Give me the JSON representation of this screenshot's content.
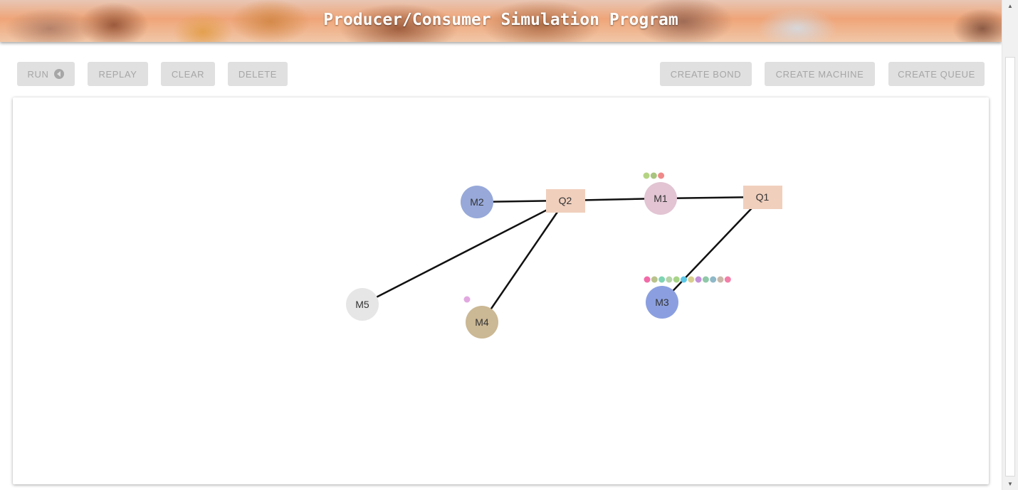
{
  "header": {
    "title": "Producer/Consumer Simulation Program"
  },
  "toolbar": {
    "run_label": "RUN",
    "run_icon": "play-circle-icon",
    "replay_label": "REPLAY",
    "clear_label": "CLEAR",
    "delete_label": "DELETE",
    "create_bond_label": "CREATE BOND",
    "create_machine_label": "CREATE MACHINE",
    "create_queue_label": "CREATE QUEUE"
  },
  "graph": {
    "machines": [
      {
        "id": "M1",
        "label": "M1",
        "color": "#e2c4d2"
      },
      {
        "id": "M2",
        "label": "M2",
        "color": "#97a8d9"
      },
      {
        "id": "M3",
        "label": "M3",
        "color": "#8b9fe0"
      },
      {
        "id": "M4",
        "label": "M4",
        "color": "#cbb894"
      },
      {
        "id": "M5",
        "label": "M5",
        "color": "#e6e6e6"
      }
    ],
    "queues": [
      {
        "id": "Q1",
        "label": "Q1",
        "color": "#f0cfbd"
      },
      {
        "id": "Q2",
        "label": "Q2",
        "color": "#f0cfbd"
      }
    ],
    "bonds": [
      {
        "from": "M2",
        "to": "Q2"
      },
      {
        "from": "Q2",
        "to": "M1"
      },
      {
        "from": "M1",
        "to": "Q1"
      },
      {
        "from": "Q1",
        "to": "M3"
      },
      {
        "from": "Q2",
        "to": "M5"
      },
      {
        "from": "Q2",
        "to": "M4"
      }
    ],
    "product_dots": {
      "M1": [
        "#b5d483",
        "#a8c47f",
        "#f08a8a"
      ],
      "M3": [
        "#f26ba8",
        "#b9c28a",
        "#7fd4b4",
        "#b5d4a8",
        "#a8d488",
        "#5cc8e8",
        "#d8cf8f",
        "#c48fd8",
        "#8fc8a8",
        "#8fb8c8",
        "#c8b8a8",
        "#f27fa8"
      ],
      "M4": [
        "#e1a8e0"
      ]
    }
  }
}
